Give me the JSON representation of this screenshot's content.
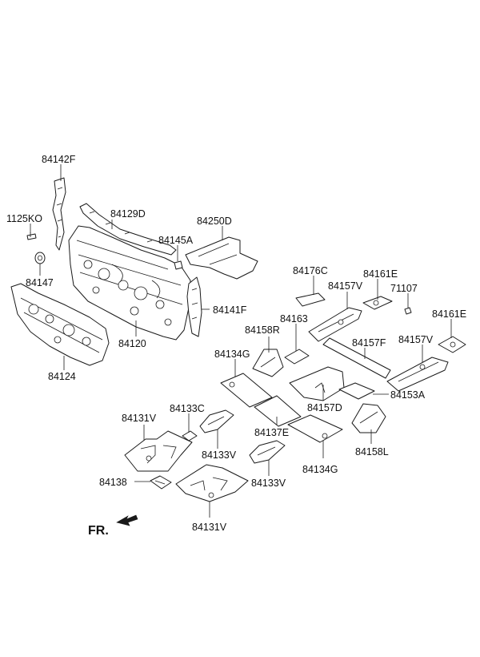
{
  "labels": {
    "p84142F": "84142F",
    "p1125KO": "1125KO",
    "p84129D": "84129D",
    "p84250D": "84250D",
    "p84145A": "84145A",
    "p84147": "84147",
    "p84141F": "84141F",
    "p84120": "84120",
    "p84124": "84124",
    "p84176C": "84176C",
    "p84161E_a": "84161E",
    "p84157V_a": "84157V",
    "p71107": "71107",
    "p84161E_b": "84161E",
    "p84158R": "84158R",
    "p84163": "84163",
    "p84157F": "84157F",
    "p84157V_b": "84157V",
    "p84134G_a": "84134G",
    "p84153A": "84153A",
    "p84157D": "84157D",
    "p84131V_a": "84131V",
    "p84133C": "84133C",
    "p84137E": "84137E",
    "p84158L": "84158L",
    "p84133V_a": "84133V",
    "p84134G_b": "84134G",
    "p84138": "84138",
    "p84133V_b": "84133V",
    "p84131V_b": "84131V"
  },
  "direction_marker": {
    "label": "FR."
  }
}
